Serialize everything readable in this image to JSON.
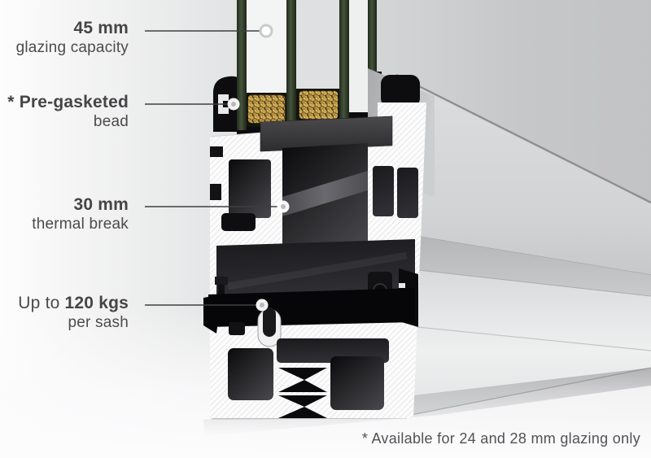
{
  "figure": {
    "type": "product-cross-section-render",
    "subject_labels": {
      "glazing_unit": "glazing-unit",
      "bead": "pre-gasketed-bead",
      "thermal_break": "thermal-break",
      "sash": "sash-profile"
    }
  },
  "callouts": [
    {
      "prefix": "",
      "emphasis": "45 mm",
      "line2": "glazing capacity"
    },
    {
      "prefix": "",
      "emphasis": "* Pre-gasketed",
      "line2": "bead"
    },
    {
      "prefix": "",
      "emphasis": "30 mm",
      "line2": "thermal break"
    },
    {
      "prefix": "Up to ",
      "emphasis": "120 kgs",
      "line2": "per sash"
    }
  ],
  "footnote": "* Available for 24 and 28 mm glazing only",
  "colors": {
    "text": "#4b4b4d",
    "leader_line": "#3f3f41",
    "wall_gray": "#c4c5c7",
    "floor_white": "#fcfcfc",
    "aluminum_face": "#fdfdfd",
    "aluminum_body": "#d9dadc",
    "chamber_black": "#0c0c0e",
    "glass_edge_green": "#3a4a33",
    "desiccant_gold": "#c9a24b",
    "thermal_break_gray": "#5c5c60"
  }
}
